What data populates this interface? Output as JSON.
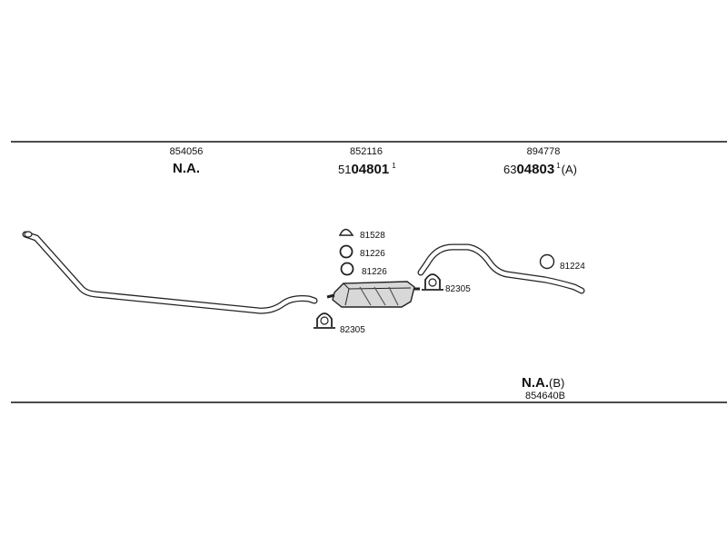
{
  "header_columns": [
    {
      "part_number": "854056",
      "ref_main": "N.A.",
      "ref_prefix": "",
      "ref_suffix": "",
      "ref_note": ""
    },
    {
      "part_number": "852116",
      "ref_main": "04801",
      "ref_prefix": "51",
      "ref_suffix": "1",
      "ref_note": ""
    },
    {
      "part_number": "894778",
      "ref_main": "04803",
      "ref_prefix": "63",
      "ref_suffix": "1",
      "ref_note": "(A)"
    }
  ],
  "parts": {
    "seal_top": "81528",
    "ring_1": "81226",
    "ring_2": "81226",
    "clamp_right": "82305",
    "clamp_left": "82305",
    "ring_right": "81224"
  },
  "footer": {
    "ref_main": "N.A.",
    "ref_note": "(B)",
    "part_number": "854640B"
  }
}
